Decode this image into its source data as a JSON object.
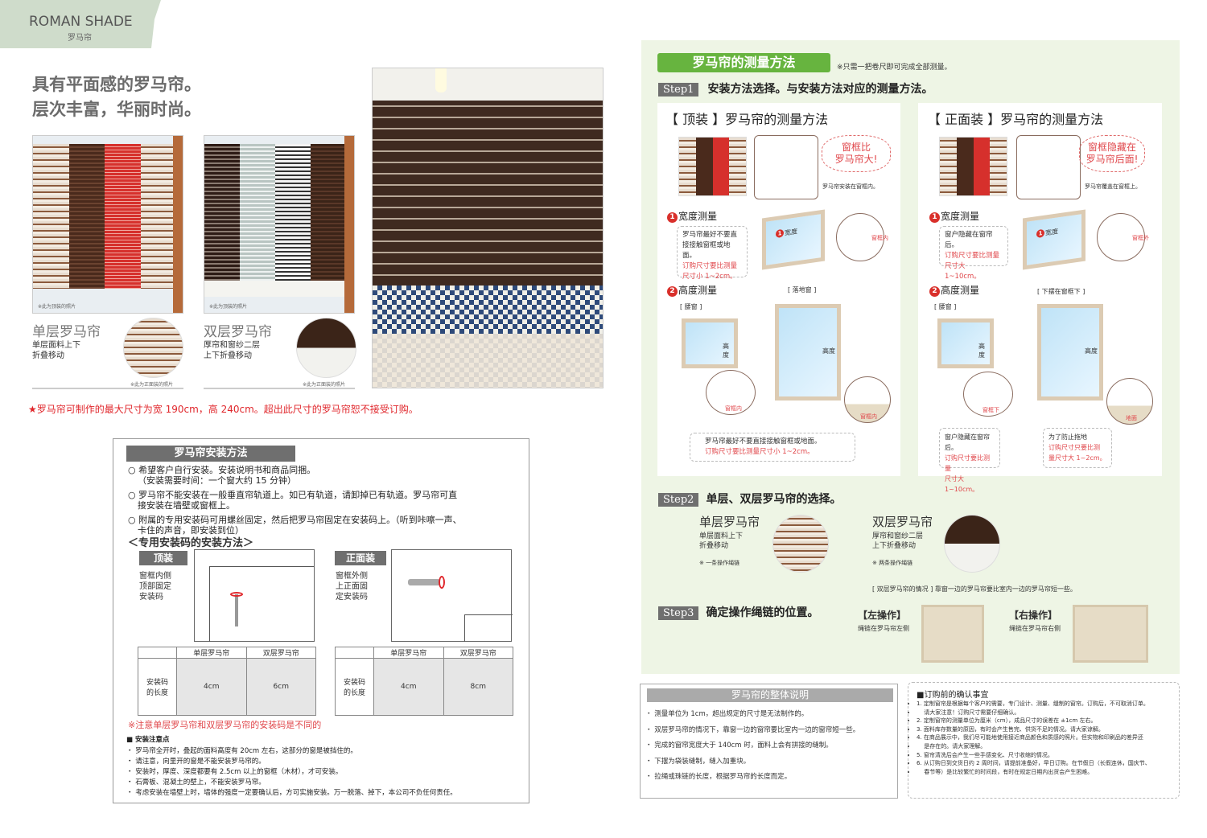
{
  "header": {
    "brand_en": "ROMAN SHADE",
    "brand_cn": "罗马帘"
  },
  "headline": [
    "具有平面感的罗马帘。",
    "层次丰富，华丽时尚。"
  ],
  "products": [
    {
      "title": "单层罗马帘",
      "desc": [
        "单层面料上下",
        "折叠移动"
      ],
      "photo_note": "※此为顶装的照片",
      "circle_note": "※此为正面装的照片"
    },
    {
      "title": "双层罗马帘",
      "desc": [
        "厚帘和窗纱二层",
        "上下折叠移动"
      ],
      "photo_note": "※此为顶装的照片",
      "circle_note": "※此为正面装的照片"
    }
  ],
  "size_note": "★罗马帘可制作的最大尺寸为宽 190cm，高 240cm。超出此尺寸的罗马帘恕不接受订购。",
  "install": {
    "title": "罗马帘安装方法",
    "points": [
      [
        "○ 希望客户自行安装。安装说明书和商品同捆。",
        "（安装需要时间：一个窗大约 15 分钟）"
      ],
      [
        "○ 罗马帘不能安装在一般垂直帘轨道上。如已有轨道，请卸掉已有轨道。罗马帘可直",
        "接安装在墙壁或窗框上。"
      ],
      [
        "○ 附属的专用安装码可用螺丝固定，然后把罗马帘固定在安装码上。（听到咔嚓一声、",
        "卡住的声音，即安装到位）"
      ]
    ],
    "bracket_title": "＜专用安装码的安装方法＞",
    "methods": [
      {
        "tab": "顶装",
        "desc": [
          "窗框内侧",
          "顶部固定",
          "安装码"
        ],
        "col1": "单层罗马帘",
        "col2": "双层罗马帘",
        "row": [
          "安装码",
          "的长度"
        ],
        "len1": "4cm",
        "len2": "6cm"
      },
      {
        "tab": "正面装",
        "desc": [
          "窗框外侧",
          "上正面固",
          "定安装码"
        ],
        "col1": "单层罗马帘",
        "col2": "双层罗马帘",
        "row": [
          "安装码",
          "的长度"
        ],
        "len1": "4cm",
        "len2": "8cm"
      }
    ],
    "warning": "※注意单层罗马帘和双层罗马帘的安装码是不同的",
    "caution_title": "■ 安装注意点",
    "cautions": [
      "・ 罗马帘全开时，叠起的面料高度有 20cm 左右，这部分的窗是被挡住的。",
      "・ 请注意，向里开的窗是不能安装罗马帘的。",
      "・ 安装时，厚度、深度都要有 2.5cm 以上的窗框（木材），才可安装。",
      "・ 石膏板、混凝土的壁上，不能安装罗马帘。",
      "・ 考虑安装在墙壁上时，墙体的强度一定要确认后，方可实施安装。万一脱落、掉下，本公司不负任何责任。"
    ]
  },
  "measure": {
    "title": "罗马帘的测量方法",
    "title_note": "※只需一把卷尺即可完成全部测量。",
    "step1": {
      "label": "Step1",
      "text": "安装方法选择。与安装方法对应的测量方法。"
    },
    "cards": [
      {
        "title": "【 顶装 】罗马帘的测量方法",
        "bubble": [
          "窗框比",
          "罗马帘大!"
        ],
        "bubble_note": "罗马帘安装在窗框内。",
        "width_title": "宽度测量",
        "width_note": [
          "罗马帘最好不要直",
          "接接触窗框或地面。"
        ],
        "width_red": [
          "订购尺寸要比测量",
          "尺寸小 1~2cm。"
        ],
        "width_label": "宽度",
        "width_zoom": "窗框内",
        "height_title": "高度测量",
        "win_a": "[ 腰窗 ]",
        "win_b": "[ 落地窗 ]",
        "height_label": "高度",
        "zoom_a": "窗框内",
        "zoom_b": "窗框内",
        "notes": [
          {
            "black": [
              "罗马帘最好不要直接接触窗框或地面。"
            ],
            "red": [
              "订购尺寸要比测量尺寸小 1~2cm。"
            ]
          }
        ]
      },
      {
        "title": "【 正面装 】罗马帘的测量方法",
        "bubble": [
          "窗框隐藏在",
          "罗马帘后面!"
        ],
        "bubble_note": "罗马帘覆盖在窗框上。",
        "width_title": "宽度测量",
        "width_note": [
          "窗户隐藏在窗帘后。"
        ],
        "width_red": [
          "订购尺寸要比测量",
          "尺寸大 1~10cm。"
        ],
        "width_label": "宽度",
        "width_zoom": "窗框外",
        "height_title": "高度测量",
        "win_a": "[ 腰窗 ]",
        "win_b": "[ 下摆在窗框下 ]",
        "height_label": "高度",
        "zoom_a": "窗框下",
        "zoom_b": "地面",
        "notes": [
          {
            "black": [
              "窗户隐藏在窗帘后。"
            ],
            "red": [
              "订购尺寸要比测量",
              "尺寸大 1~10cm。"
            ]
          },
          {
            "black": [
              "为了防止拖地"
            ],
            "red": [
              "订购尺寸只要比测",
              "量尺寸大 1~2cm。"
            ]
          }
        ]
      }
    ],
    "step2": {
      "label": "Step2",
      "text": "单层、双层罗马帘的选择。",
      "items": [
        {
          "title": "单层罗马帘",
          "desc": [
            "单层面料上下",
            "折叠移动"
          ],
          "note": "※ 一条操作绳链"
        },
        {
          "title": "双层罗马帘",
          "desc": [
            "厚帘和窗纱二层",
            "上下折叠移动"
          ],
          "note": "※ 两条操作绳链"
        }
      ],
      "footnote": "[ 双层罗马帘的情况 ] 靠窗一边的罗马帘要比室内一边的罗马帘短一些。"
    },
    "step3": {
      "label": "Step3",
      "text": "确定操作绳链的位置。",
      "options": [
        {
          "title": "【左操作】",
          "desc": "绳链在罗马帘左侧"
        },
        {
          "title": "【右操作】",
          "desc": "绳链在罗马帘右侧"
        }
      ]
    }
  },
  "overview": {
    "title": "罗马帘的整体说明",
    "items": [
      "・ 测量单位为 1cm，超出规定的尺寸是无法制作的。",
      "・ 双层罗马帘的情况下，靠窗一边的窗帘要比室内一边的窗帘短一些。",
      "・ 完成的窗帘宽度大于 140cm 时，面料上会有拼接的缝制。",
      "・ 下摆为袋装缝制，缝入加重块。",
      "・ 拉绳或珠链的长度，根据罗马帘的长度而定。"
    ]
  },
  "confirm": {
    "title": "■订购前的确认事宜",
    "items": [
      "1. 定制窗帘是根据每个客户的需要，专门设计、测量、缝制的窗帘。订购后，不可取消订单。",
      "　 请大家注意！订购尺寸需要仔细确认。",
      "2. 定制窗帘的测量单位为厘米（cm），成品尺寸的误差在 ±1cm 左右。",
      "3. 面料库存数量的原因，有时会产生售完、供货不足的情况。请大家谅解。",
      "4. 在商品展示中，我们尽可能地使用接近商品颜色和质感的照片。但实物和印刷品的差异还",
      "　 是存在的。请大家理解。",
      "5. 窗帘清洗后会产生一些手感变化、尺寸收缩的情况。",
      "6. 从订购日到交货日约 2 周时间，请提前准备好，早日订购。在节假日（长假连休，国庆节、",
      "　 春节等）是比较繁忙的时间段，有时在规定日期内出货会产生困难。"
    ]
  },
  "colors": {
    "green": "#67b43f",
    "panel": "#eef5e5",
    "red": "#e0262b",
    "gray_tab": "#6f6f6f"
  }
}
